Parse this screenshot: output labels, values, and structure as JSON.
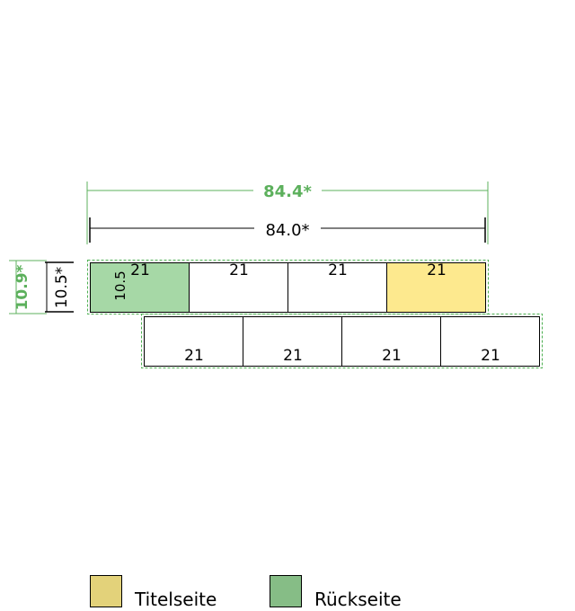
{
  "dimensions": {
    "total_width_outer": "84.4*",
    "total_width_inner": "84.0*",
    "height_outer": "10.9*",
    "height_inner": "10.5*",
    "panel_height": "10.5"
  },
  "top_row": {
    "panels": [
      {
        "width": "21",
        "role": "back"
      },
      {
        "width": "21",
        "role": "none"
      },
      {
        "width": "21",
        "role": "none"
      },
      {
        "width": "21",
        "role": "front"
      }
    ]
  },
  "bottom_row": {
    "panels": [
      {
        "width": "21",
        "role": "none"
      },
      {
        "width": "21",
        "role": "none"
      },
      {
        "width": "21",
        "role": "none"
      },
      {
        "width": "21",
        "role": "none"
      }
    ]
  },
  "legend": {
    "items": [
      {
        "label": "Titelseite",
        "color": "#e3d27a"
      },
      {
        "label": "Rückseite",
        "color": "#86bd86"
      }
    ]
  },
  "colors": {
    "front_fill": "#fde98e",
    "back_fill": "#a6d8a6",
    "dimension_green": "#5cb05c",
    "dimension_black": "#000000"
  }
}
